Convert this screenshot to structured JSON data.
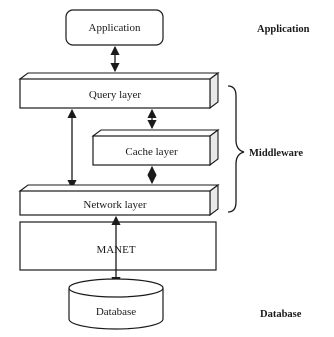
{
  "diagram": {
    "boxes": {
      "application": "Application",
      "query_layer": "Query layer",
      "cache_layer": "Cache layer",
      "network_layer": "Network layer",
      "manet": "MANET",
      "database": "Database"
    },
    "side_labels": {
      "application": "Application",
      "middleware": "Middleware",
      "database": "Database"
    }
  }
}
